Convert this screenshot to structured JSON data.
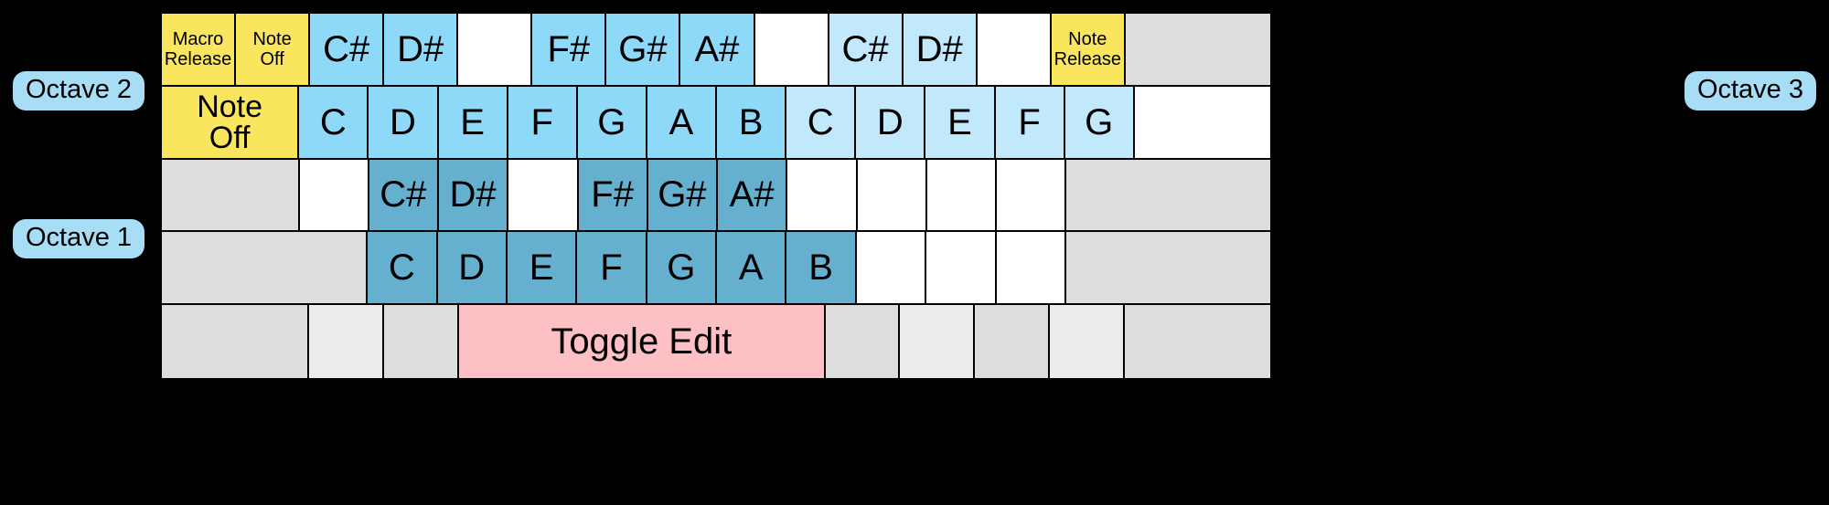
{
  "labels": {
    "octave_left_top": "Octave 2",
    "octave_left_bottom": "Octave 1",
    "octave_right_top": "Octave 3"
  },
  "colors": {
    "blue": "#8ed8f8",
    "blue_light": "#c2e9fb",
    "blue_dark": "#64b0ce",
    "yellow": "#fae55f",
    "pink": "#fcc0c5",
    "gray_dark": "#dddddd",
    "gray_light": "#ececec",
    "blank": "#ffffff",
    "background": "#000000",
    "octave_badge": "#a7ddf5"
  },
  "keyboard": {
    "rows": [
      {
        "name": "octave2-sharps-row",
        "cells": [
          {
            "text": "Macro\nRelease",
            "fill": "yellow",
            "size": "two",
            "span": 1
          },
          {
            "text": "Note\nOff",
            "fill": "yellow",
            "size": "two",
            "span": 1
          },
          {
            "text": "C#",
            "fill": "blue",
            "size": "big",
            "span": 1
          },
          {
            "text": "D#",
            "fill": "blue",
            "size": "big",
            "span": 1
          },
          {
            "text": "",
            "fill": "blank",
            "size": "big",
            "span": 1
          },
          {
            "text": "F#",
            "fill": "blue",
            "size": "big",
            "span": 1
          },
          {
            "text": "G#",
            "fill": "blue",
            "size": "big",
            "span": 1
          },
          {
            "text": "A#",
            "fill": "blue",
            "size": "big",
            "span": 1
          },
          {
            "text": "",
            "fill": "blank",
            "size": "big",
            "span": 1
          },
          {
            "text": "C#",
            "fill": "blue_light",
            "size": "big",
            "span": 1
          },
          {
            "text": "D#",
            "fill": "blue_light",
            "size": "big",
            "span": 1
          },
          {
            "text": "",
            "fill": "blank",
            "size": "big",
            "span": 1
          },
          {
            "text": "Note\nRelease",
            "fill": "yellow",
            "size": "two",
            "span": 1
          },
          {
            "text": "",
            "fill": "gray_dark",
            "size": "big",
            "span": 2
          }
        ]
      },
      {
        "name": "octave2-naturals-row",
        "cells": [
          {
            "text": "Note\nOff",
            "fill": "yellow",
            "size": "mid",
            "span": 2
          },
          {
            "text": "C",
            "fill": "blue",
            "size": "big",
            "span": 1
          },
          {
            "text": "D",
            "fill": "blue",
            "size": "big",
            "span": 1
          },
          {
            "text": "E",
            "fill": "blue",
            "size": "big",
            "span": 1
          },
          {
            "text": "F",
            "fill": "blue",
            "size": "big",
            "span": 1
          },
          {
            "text": "G",
            "fill": "blue",
            "size": "big",
            "span": 1
          },
          {
            "text": "A",
            "fill": "blue",
            "size": "big",
            "span": 1
          },
          {
            "text": "B",
            "fill": "blue",
            "size": "big",
            "span": 1
          },
          {
            "text": "C",
            "fill": "blue_light",
            "size": "big",
            "span": 1
          },
          {
            "text": "D",
            "fill": "blue_light",
            "size": "big",
            "span": 1
          },
          {
            "text": "E",
            "fill": "blue_light",
            "size": "big",
            "span": 1
          },
          {
            "text": "F",
            "fill": "blue_light",
            "size": "big",
            "span": 1
          },
          {
            "text": "G",
            "fill": "blue_light",
            "size": "big",
            "span": 1
          },
          {
            "text": "",
            "fill": "blank",
            "size": "big",
            "span": 2
          }
        ]
      },
      {
        "name": "octave1-sharps-row",
        "cells": [
          {
            "text": "",
            "fill": "gray_dark",
            "size": "big",
            "span": 2
          },
          {
            "text": "",
            "fill": "blank",
            "size": "big",
            "span": 1
          },
          {
            "text": "C#",
            "fill": "blue_dark",
            "size": "big",
            "span": 1
          },
          {
            "text": "D#",
            "fill": "blue_dark",
            "size": "big",
            "span": 1
          },
          {
            "text": "",
            "fill": "blank",
            "size": "big",
            "span": 1
          },
          {
            "text": "F#",
            "fill": "blue_dark",
            "size": "big",
            "span": 1
          },
          {
            "text": "G#",
            "fill": "blue_dark",
            "size": "big",
            "span": 1
          },
          {
            "text": "A#",
            "fill": "blue_dark",
            "size": "big",
            "span": 1
          },
          {
            "text": "",
            "fill": "blank",
            "size": "big",
            "span": 1
          },
          {
            "text": "",
            "fill": "blank",
            "size": "big",
            "span": 1
          },
          {
            "text": "",
            "fill": "blank",
            "size": "big",
            "span": 1
          },
          {
            "text": "",
            "fill": "blank",
            "size": "big",
            "span": 1
          },
          {
            "text": "",
            "fill": "gray_dark",
            "size": "big",
            "span": 3
          }
        ]
      },
      {
        "name": "octave1-naturals-row",
        "cells": [
          {
            "text": "",
            "fill": "gray_dark",
            "size": "big",
            "span": 3
          },
          {
            "text": "C",
            "fill": "blue_dark",
            "size": "big",
            "span": 1
          },
          {
            "text": "D",
            "fill": "blue_dark",
            "size": "big",
            "span": 1
          },
          {
            "text": "E",
            "fill": "blue_dark",
            "size": "big",
            "span": 1
          },
          {
            "text": "F",
            "fill": "blue_dark",
            "size": "big",
            "span": 1
          },
          {
            "text": "G",
            "fill": "blue_dark",
            "size": "big",
            "span": 1
          },
          {
            "text": "A",
            "fill": "blue_dark",
            "size": "big",
            "span": 1
          },
          {
            "text": "B",
            "fill": "blue_dark",
            "size": "big",
            "span": 1
          },
          {
            "text": "",
            "fill": "blank",
            "size": "big",
            "span": 1
          },
          {
            "text": "",
            "fill": "blank",
            "size": "big",
            "span": 1
          },
          {
            "text": "",
            "fill": "blank",
            "size": "big",
            "span": 1
          },
          {
            "text": "",
            "fill": "gray_dark",
            "size": "big",
            "span": 3
          }
        ]
      },
      {
        "name": "modifier-row",
        "cells": [
          {
            "text": "",
            "fill": "gray_dark",
            "size": "big",
            "span": 2
          },
          {
            "text": "",
            "fill": "gray_light",
            "size": "big",
            "span": 1
          },
          {
            "text": "",
            "fill": "gray_dark",
            "size": "big",
            "span": 1
          },
          {
            "text": "Toggle Edit",
            "fill": "pink",
            "size": "big",
            "span": 5
          },
          {
            "text": "",
            "fill": "gray_dark",
            "size": "big",
            "span": 1
          },
          {
            "text": "",
            "fill": "gray_light",
            "size": "big",
            "span": 1
          },
          {
            "text": "",
            "fill": "gray_dark",
            "size": "big",
            "span": 1
          },
          {
            "text": "",
            "fill": "gray_light",
            "size": "big",
            "span": 1
          },
          {
            "text": "",
            "fill": "gray_dark",
            "size": "big",
            "span": 2
          }
        ]
      }
    ]
  }
}
